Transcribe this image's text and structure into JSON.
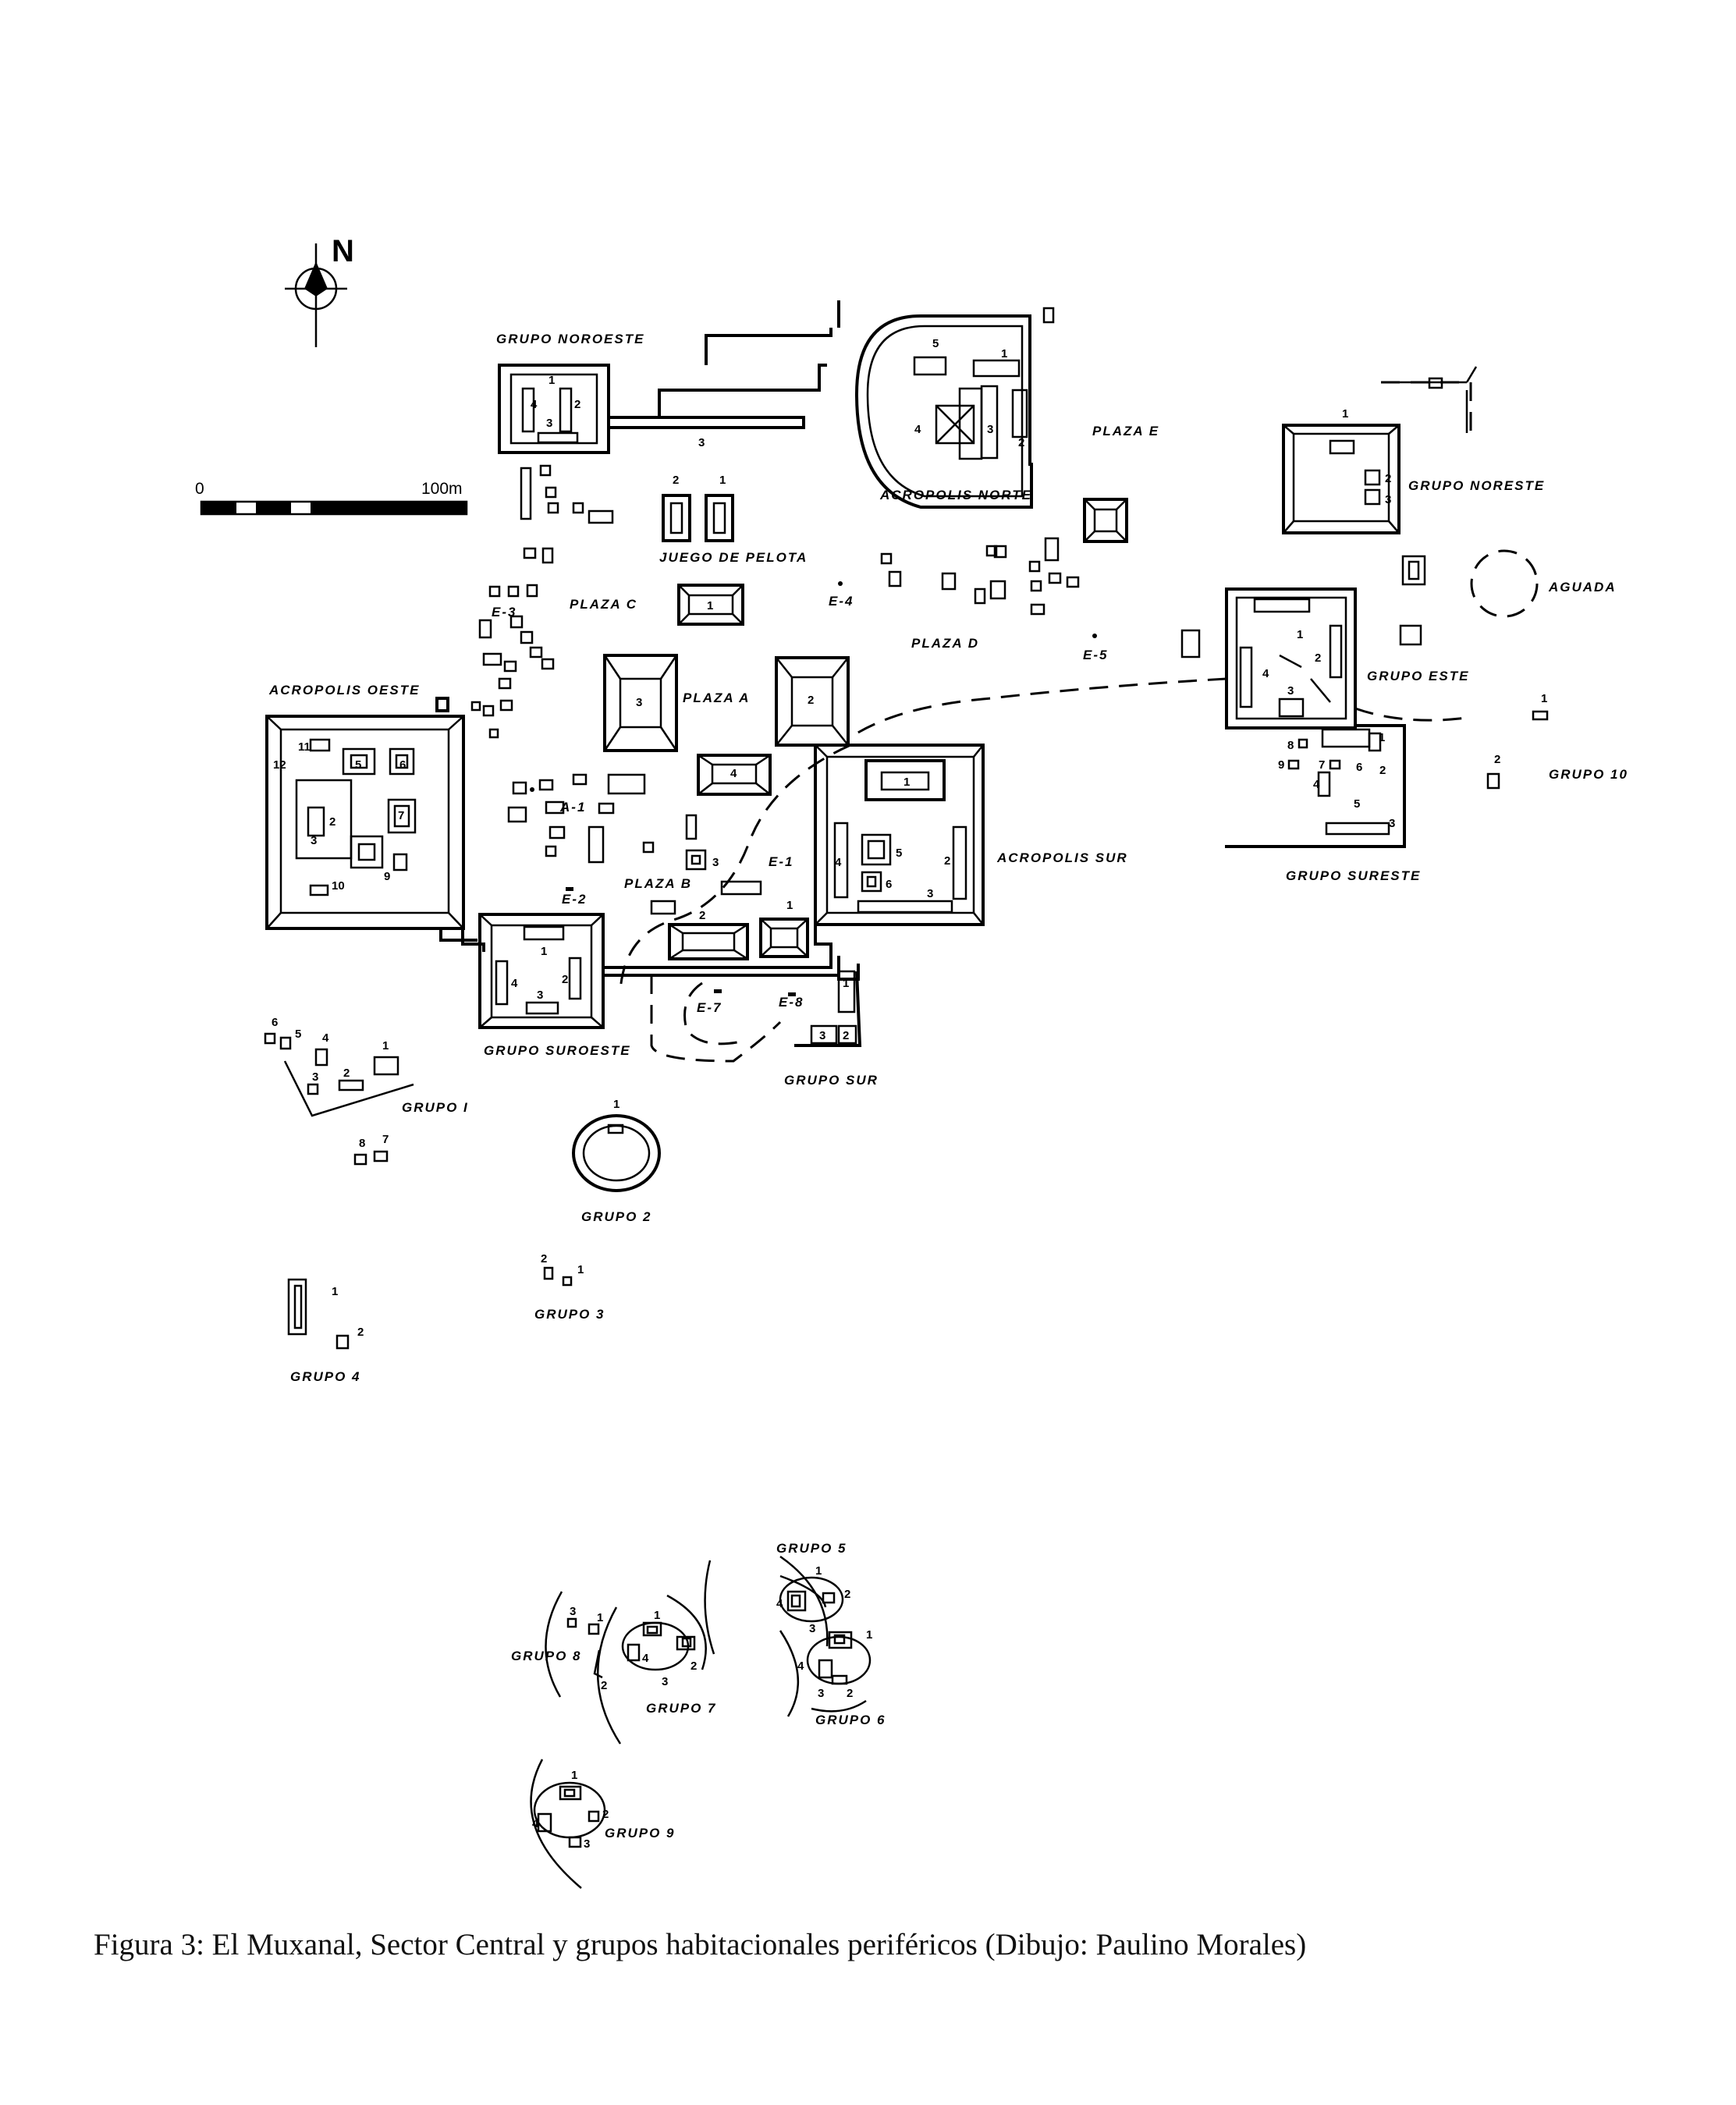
{
  "north": "N",
  "scale": {
    "min": "0",
    "max": "100m"
  },
  "labels": {
    "grupo_noroeste": "GRUPO NOROESTE",
    "acropolis_norte": "ACROPOLIS NORTE",
    "plaza_e": "PLAZA E",
    "grupo_noreste": "GRUPO NORESTE",
    "aguada": "AGUADA",
    "juego_de_pelota": "JUEGO DE PELOTA",
    "plaza_c": "PLAZA C",
    "plaza_d": "PLAZA D",
    "e4": "E-4",
    "e5": "E-5",
    "e3": "E-3",
    "grupo_este": "GRUPO ESTE",
    "acropolis_oeste": "ACROPOLIS OESTE",
    "plaza_a": "PLAZA A",
    "grupo_10": "GRUPO 10",
    "acropolis_sur": "ACROPOLIS SUR",
    "grupo_sureste": "GRUPO SURESTE",
    "a1": "A-1",
    "e1": "E-1",
    "e2": "E-2",
    "plaza_b": "PLAZA B",
    "e7": "E-7",
    "e8": "E-8",
    "grupo_suroeste": "GRUPO SUROESTE",
    "grupo_sur": "GRUPO SUR",
    "grupo_1": "GRUPO I",
    "grupo_2": "GRUPO 2",
    "grupo_3": "GRUPO 3",
    "grupo_4": "GRUPO 4",
    "grupo_5": "GRUPO 5",
    "grupo_6": "GRUPO 6",
    "grupo_7": "GRUPO 7",
    "grupo_8": "GRUPO 8",
    "grupo_9": "GRUPO 9"
  },
  "caption": "Figura 3:  El Muxanal, Sector Central y grupos habitacionales periféricos (Dibujo: Paulino Morales)"
}
